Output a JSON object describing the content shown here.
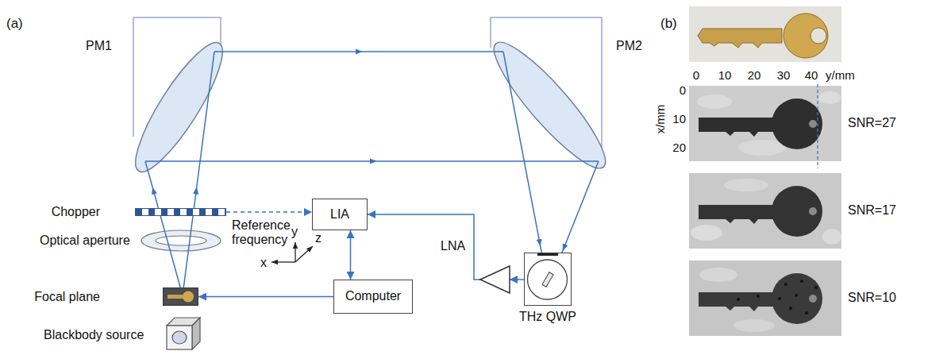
{
  "diagram": {
    "nodes": [
      {
        "text": [
          "Chopper"
        ]
      },
      {
        "text": [
          "LIA"
        ]
      },
      {
        "text": [
          "LNA"
        ]
      },
      {
        "text": [
          "THz QWP"
        ]
      },
      {
        "text": [
          "Focal plane"
        ]
      },
      {
        "text": [
          "Computer"
        ]
      }
    ],
    "edges": [
      {
        "from": 0,
        "to": 1,
        "arrow": "to",
        "label": "Reference frequency"
      },
      {
        "from": 1,
        "to": 5,
        "arrow": "both"
      },
      {
        "from": 2,
        "to": 1,
        "arrow": "to"
      },
      {
        "from": 3,
        "to": 2,
        "arrow": "to"
      },
      {
        "from": 5,
        "to": 4,
        "arrow": "to"
      }
    ],
    "labels": [
      "(a)",
      "PM1",
      "PM2",
      "Optical aperture",
      "x",
      "y",
      "z",
      "Blackbody source",
      "(b)",
      "0",
      "10",
      "20",
      "30",
      "40",
      "y/mm",
      "x/mm",
      "0",
      "10",
      "20",
      "SNR=27",
      "SNR=17",
      "SNR=10"
    ]
  }
}
